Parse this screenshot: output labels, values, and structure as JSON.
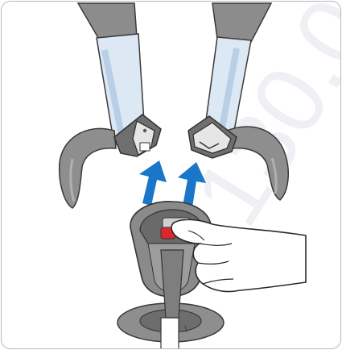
{
  "figure": {
    "watermark_text": "130.0",
    "colors": {
      "strap": "#dce8f4",
      "strap_edge": "#3a3a3a",
      "shell_gray": "#8e8e8e",
      "shell_dark": "#6a6a6a",
      "arrow_blue": "#1976c8",
      "button_red": "#e0262c",
      "skin": "#ffffff",
      "watermark": "#eef0f3"
    },
    "icons": [
      "left-harness-strap",
      "right-harness-strap",
      "left-buckle-tongue",
      "right-buckle-tongue",
      "up-arrow-left",
      "up-arrow-right",
      "buckle-housing",
      "red-release-button",
      "hand",
      "crotch-strap-base"
    ]
  }
}
